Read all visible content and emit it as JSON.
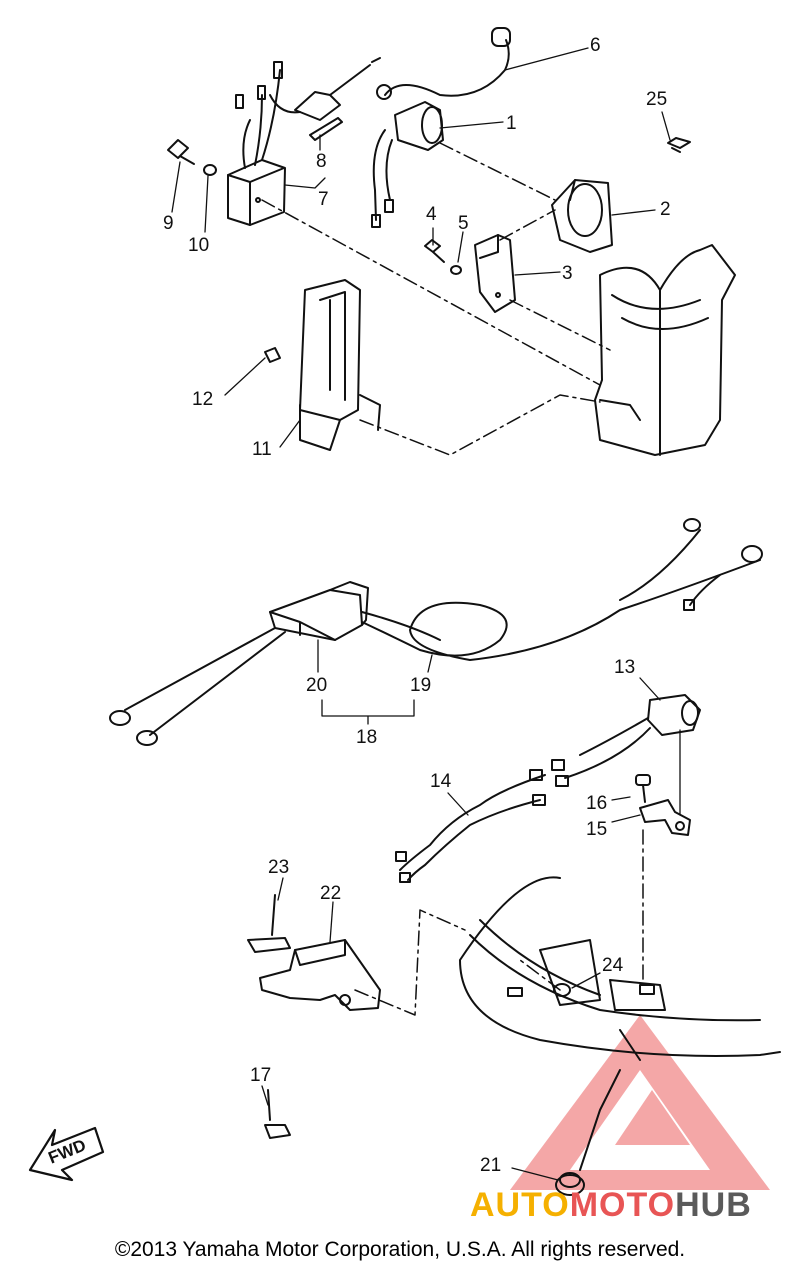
{
  "callouts": {
    "c1": "1",
    "c2": "2",
    "c3": "3",
    "c4": "4",
    "c5": "5",
    "c6": "6",
    "c7": "7",
    "c8": "8",
    "c9": "9",
    "c10": "10",
    "c11": "11",
    "c12": "12",
    "c13": "13",
    "c14": "14",
    "c15": "15",
    "c16": "16",
    "c17": "17",
    "c18": "18",
    "c19": "19",
    "c20": "20",
    "c21": "21",
    "c22": "22",
    "c23": "23",
    "c24": "24",
    "c25": "25"
  },
  "fwd_label": "FWD",
  "watermark": {
    "part1": "AUTO",
    "part2": "MOTO",
    "part3": "HUB"
  },
  "copyright": "©2013 Yamaha Motor Corporation, U.S.A. All rights reserved."
}
